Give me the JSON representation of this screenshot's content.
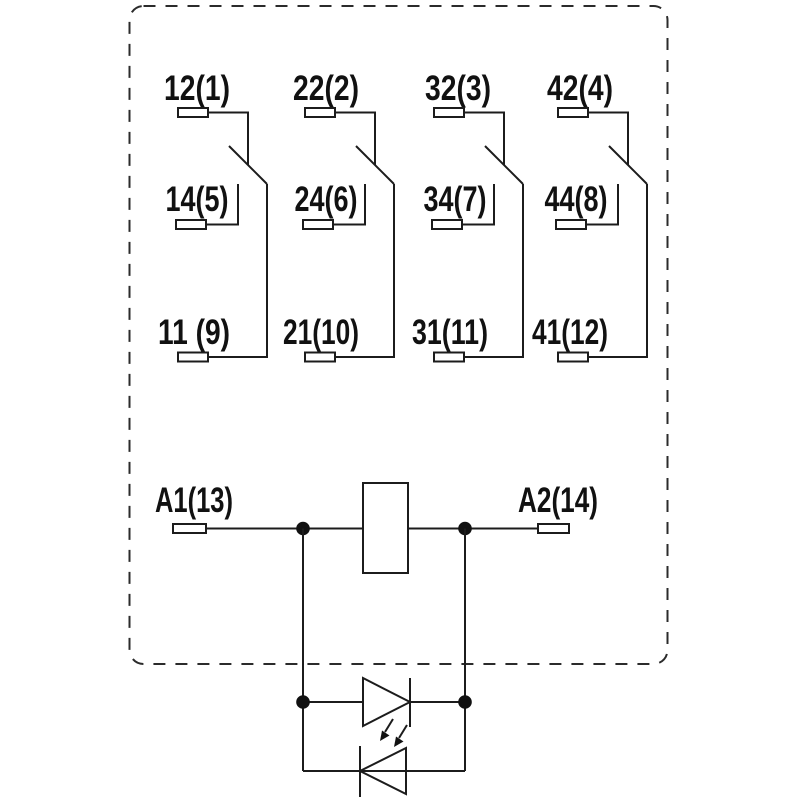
{
  "diagram_type": "relay-contact-and-coil-schematic",
  "poles": [
    {
      "nc_label": "12(1)",
      "no_label": "14(5)",
      "com_label": "11 (9)"
    },
    {
      "nc_label": "22(2)",
      "no_label": "24(6)",
      "com_label": "21(10)"
    },
    {
      "nc_label": "32(3)",
      "no_label": "34(7)",
      "com_label": "31(11)"
    },
    {
      "nc_label": "42(4)",
      "no_label": "44(8)",
      "com_label": "41(12)"
    }
  ],
  "coil": {
    "a1_label": "A1(13)",
    "a2_label": "A2(14)"
  },
  "colors": {
    "line": "#1c1c1c",
    "background": "#ffffff"
  }
}
